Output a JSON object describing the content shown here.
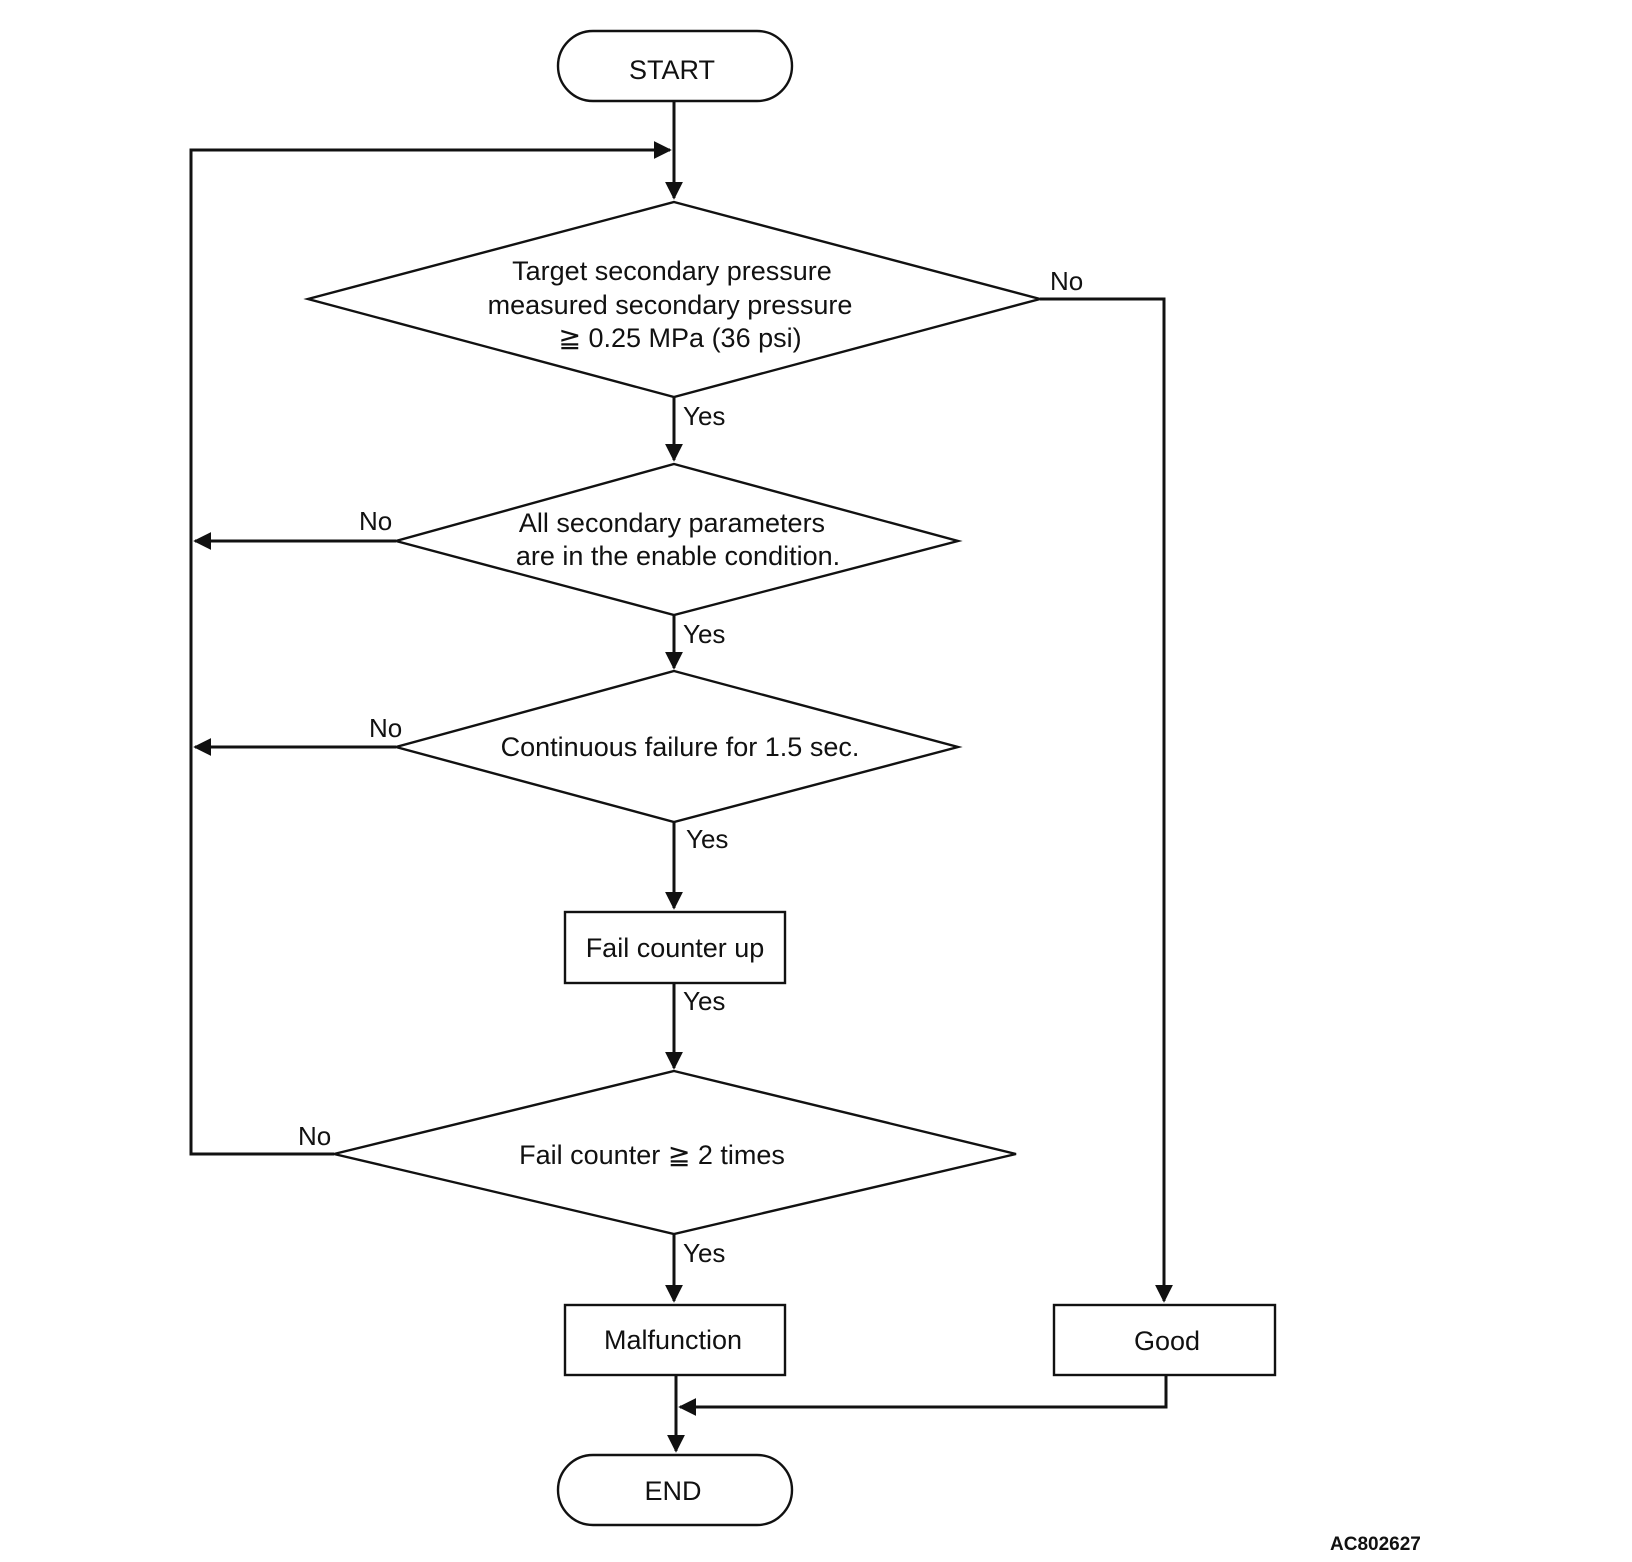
{
  "nodes": {
    "start": "START",
    "decision_pressure": {
      "line1": "Target secondary pressure",
      "line2": "measured secondary pressure",
      "line3": "≧ 0.25 MPa (36 psi)"
    },
    "decision_params": {
      "line1": "All secondary parameters",
      "line2": "are in the enable condition."
    },
    "decision_continuous": "Continuous failure for 1.5 sec.",
    "fail_counter_up": "Fail counter up",
    "decision_fail_count": "Fail counter ≧ 2 times",
    "malfunction": "Malfunction",
    "good": "Good",
    "end": "END"
  },
  "edges": {
    "yes": "Yes",
    "no": "No"
  },
  "figure_ref": "AC802627",
  "colors": {
    "line": "#111111",
    "background": "#ffffff"
  }
}
